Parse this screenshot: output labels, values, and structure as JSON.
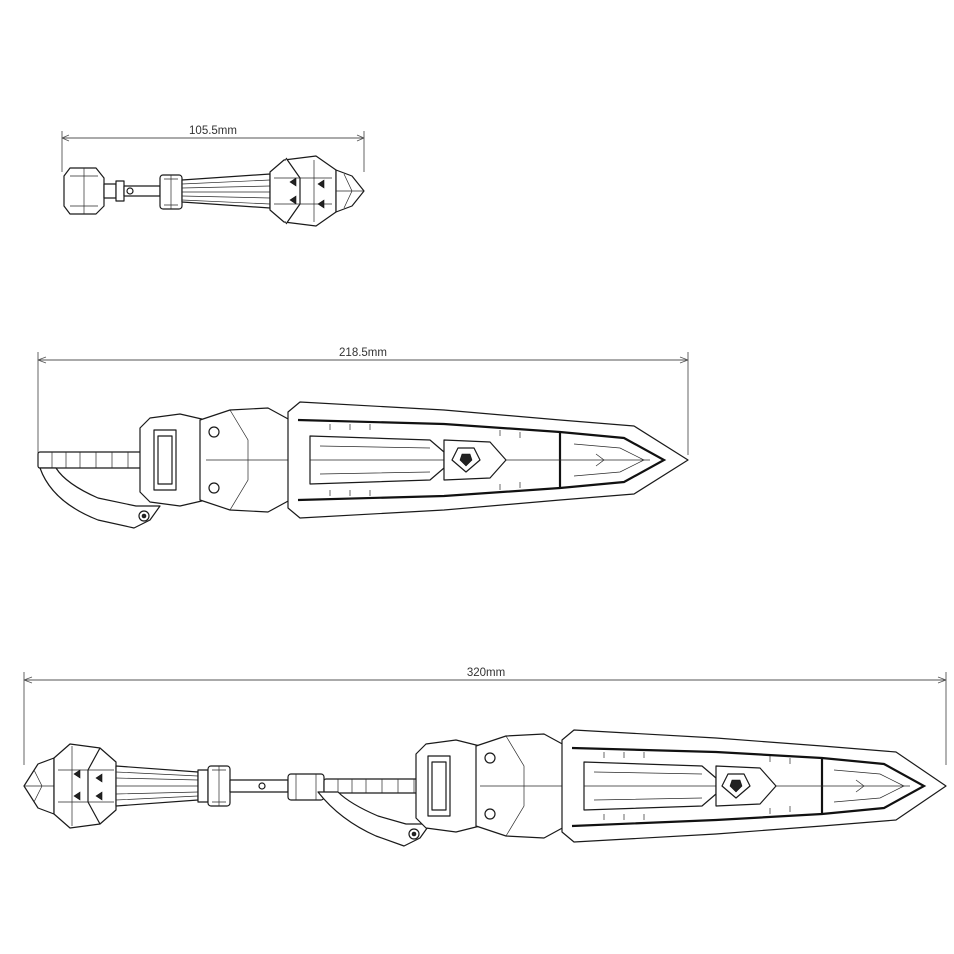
{
  "drawings": [
    {
      "label": "105.5mm",
      "part": "handle-pommel"
    },
    {
      "label": "218.5mm",
      "part": "blade"
    },
    {
      "label": "320mm",
      "part": "assembled-sword"
    }
  ]
}
